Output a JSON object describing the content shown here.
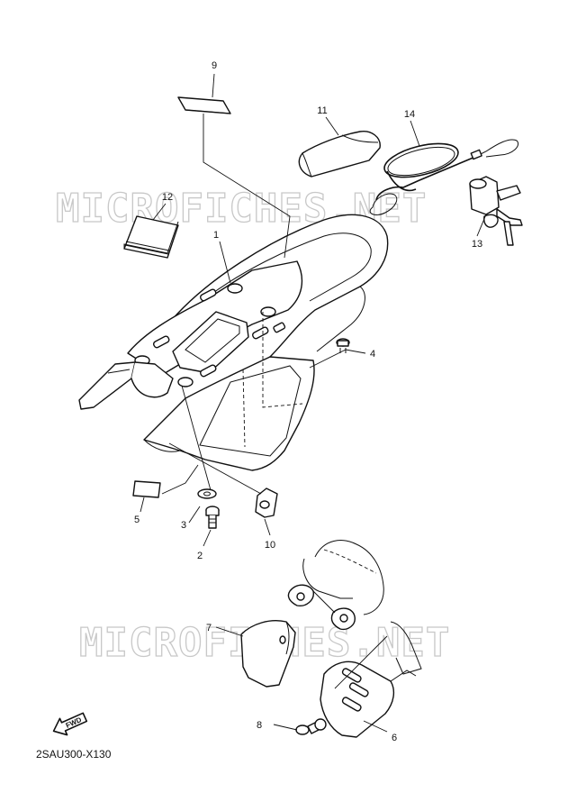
{
  "diagram": {
    "watermark": "MICROFICHES.NET",
    "drawing_code": "2SAU300-X130",
    "direction_marker": "FWD",
    "callouts": [
      {
        "id": "c1",
        "number": "1"
      },
      {
        "id": "c2",
        "number": "2"
      },
      {
        "id": "c3",
        "number": "3"
      },
      {
        "id": "c4",
        "number": "4"
      },
      {
        "id": "c5",
        "number": "5"
      },
      {
        "id": "c6",
        "number": "6"
      },
      {
        "id": "c7",
        "number": "7"
      },
      {
        "id": "c8",
        "number": "8"
      },
      {
        "id": "c9",
        "number": "9"
      },
      {
        "id": "c10",
        "number": "10"
      },
      {
        "id": "c11",
        "number": "11"
      },
      {
        "id": "c12",
        "number": "12"
      },
      {
        "id": "c13",
        "number": "13"
      },
      {
        "id": "c14",
        "number": "14"
      }
    ]
  }
}
